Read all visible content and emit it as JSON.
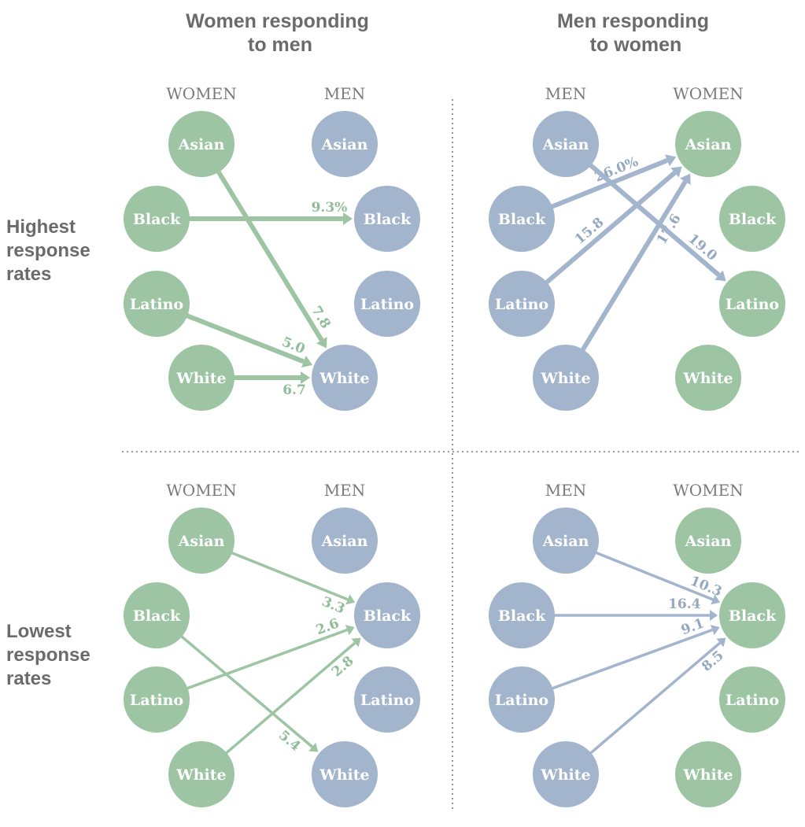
{
  "colors": {
    "women": "#9dc5a4",
    "men": "#a3b5cc",
    "women_text": "#8fbd97",
    "men_text": "#95a8c2"
  },
  "columns": [
    {
      "title": [
        "Women responding",
        "to men"
      ]
    },
    {
      "title": [
        "Men responding",
        "to women"
      ]
    }
  ],
  "rows": [
    {
      "title": [
        "Highest",
        "response",
        "rates"
      ]
    },
    {
      "title": [
        "Lowest",
        "response",
        "rates"
      ]
    }
  ],
  "groups": [
    "Asian",
    "Black",
    "Latino",
    "White"
  ],
  "panels": [
    {
      "id": "top-left",
      "color": "women",
      "left_label": "WOMEN",
      "right_label": "MEN",
      "left_gender": "women",
      "right_gender": "men",
      "edges": [
        {
          "from": "Asian",
          "to": "White",
          "value": "7.8"
        },
        {
          "from": "Black",
          "to": "Black",
          "value": "9.3%"
        },
        {
          "from": "Latino",
          "to": "White",
          "value": "5.0"
        },
        {
          "from": "White",
          "to": "White",
          "value": "6.7"
        }
      ]
    },
    {
      "id": "top-right",
      "color": "men",
      "left_label": "MEN",
      "right_label": "WOMEN",
      "left_gender": "men",
      "right_gender": "women",
      "edges": [
        {
          "from": "Black",
          "to": "Asian",
          "value": "26.0%"
        },
        {
          "from": "Latino",
          "to": "Asian",
          "value": "15.8"
        },
        {
          "from": "White",
          "to": "Asian",
          "value": "17.6"
        },
        {
          "from": "Asian",
          "to": "Latino",
          "value": "19.0"
        }
      ]
    },
    {
      "id": "bottom-left",
      "color": "women",
      "left_label": "WOMEN",
      "right_label": "MEN",
      "left_gender": "women",
      "right_gender": "men",
      "edges": [
        {
          "from": "Asian",
          "to": "Black",
          "value": "3.3"
        },
        {
          "from": "Latino",
          "to": "Black",
          "value": "2.6"
        },
        {
          "from": "White",
          "to": "Black",
          "value": "2.8"
        },
        {
          "from": "Black",
          "to": "White",
          "value": "5.4"
        }
      ]
    },
    {
      "id": "bottom-right",
      "color": "men",
      "left_label": "MEN",
      "right_label": "WOMEN",
      "left_gender": "men",
      "right_gender": "women",
      "edges": [
        {
          "from": "Asian",
          "to": "Black",
          "value": "10.3"
        },
        {
          "from": "Black",
          "to": "Black",
          "value": "16.4"
        },
        {
          "from": "Latino",
          "to": "Black",
          "value": "9.1"
        },
        {
          "from": "White",
          "to": "Black",
          "value": "8.5"
        }
      ]
    }
  ]
}
